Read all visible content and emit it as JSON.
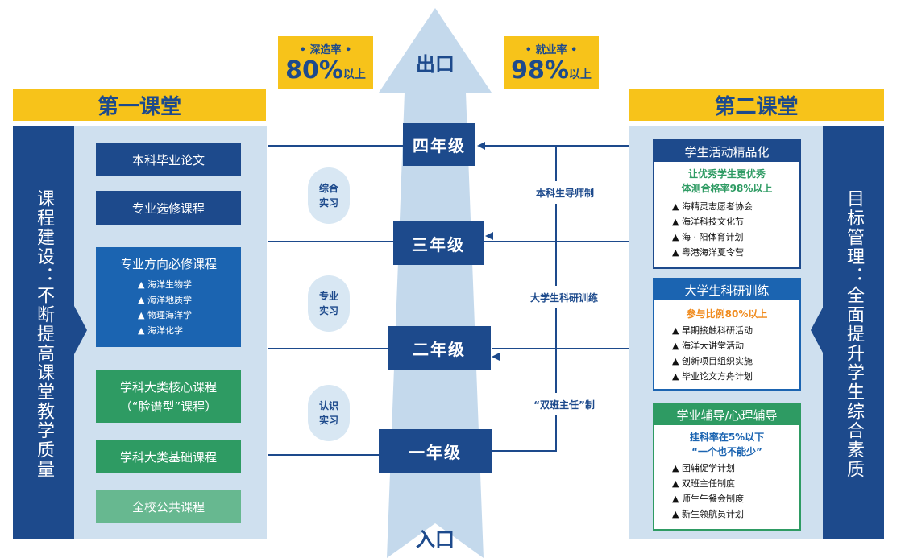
{
  "exit_label": "出口",
  "entry_label": "入口",
  "stats": {
    "left": {
      "label": "• 深造率 •",
      "value": "80%",
      "suffix": "以上"
    },
    "right": {
      "label": "• 就业率 •",
      "value": "98%",
      "suffix": "以上"
    }
  },
  "left_panel": {
    "title": "第一课堂",
    "vertical_text": "课程建设：不断提高课堂教学质量",
    "courses": [
      {
        "label": "本科毕业论文"
      },
      {
        "label": "专业选修课程"
      },
      {
        "label": "专业方向必修课程",
        "items": [
          "海洋生物学",
          "海洋地质学",
          "物理海洋学",
          "海洋化学"
        ]
      },
      {
        "label": "学科大类核心课程",
        "label2": "（“脸谱型”课程）"
      },
      {
        "label": "学科大类基础课程"
      },
      {
        "label": "全校公共课程"
      }
    ]
  },
  "grades": [
    "四年级",
    "三年级",
    "二年级",
    "一年级"
  ],
  "practice_ovals": [
    {
      "line1": "综合",
      "line2": "实习"
    },
    {
      "line1": "专业",
      "line2": "实习"
    },
    {
      "line1": "认识",
      "line2": "实习"
    }
  ],
  "mechanisms": [
    "本科生导师制",
    "大学生科研训练",
    "“双班主任”制"
  ],
  "right_panel": {
    "title": "第二课堂",
    "vertical_text": "目标管理：全面提升学生综合素质",
    "cards": [
      {
        "title": "学生活动精品化",
        "highlight1": "让优秀学生更优秀",
        "highlight2": "体测合格率98%以上",
        "items": [
          "海精灵志愿者协会",
          "海洋科技文化节",
          "海 · 阳体育计划",
          "粤港海洋夏令营"
        ]
      },
      {
        "title": "大学生科研训练",
        "highlight1": "参与比例80%以上",
        "highlight2": "",
        "items": [
          "早期接触科研活动",
          "海洋大讲堂活动",
          "创新项目组织实施",
          "毕业论文方舟计划"
        ]
      },
      {
        "title": "学业辅导/心理辅导",
        "highlight1": "挂科率在5%以下",
        "highlight2": "“一个也不能少”",
        "items": [
          "团辅促学计划",
          "双班主任制度",
          "师生午餐会制度",
          "新生领航员计划"
        ]
      }
    ]
  },
  "colors": {
    "navy": "#1d4a8c",
    "gold": "#f7c31a",
    "pale": "#cfe0ef",
    "green": "#2e9b63",
    "light_green": "#67b890",
    "orange": "#f08a1c"
  }
}
